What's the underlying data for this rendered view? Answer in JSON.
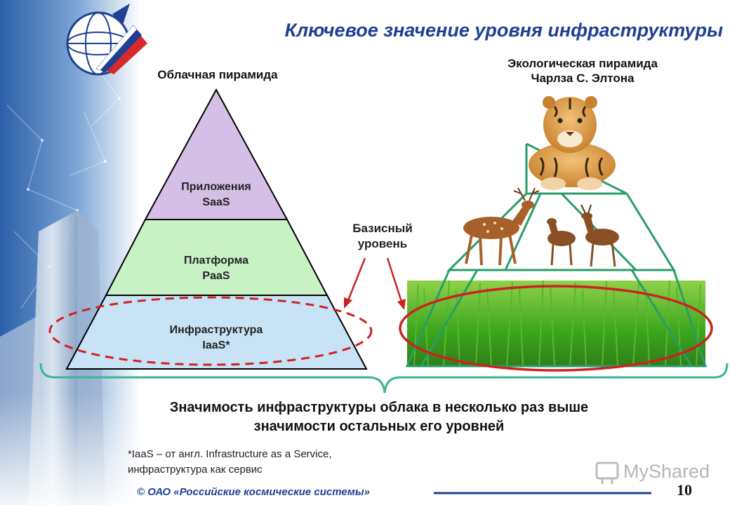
{
  "title": "Ключевое значение уровня инфраструктуры",
  "cloud_pyramid": {
    "title": "Облачная пирамида",
    "levels": [
      {
        "name": "Приложения",
        "code": "SaaS",
        "color": "#d6bfe6"
      },
      {
        "name": "Платформа",
        "code": "PaaS",
        "color": "#c9f2c4"
      },
      {
        "name": "Инфраструктура",
        "code": "IaaS*",
        "color": "#c7e3f5"
      }
    ]
  },
  "eco_pyramid": {
    "title_line1": "Экологическая пирамида",
    "title_line2": "Чарлза С. Элтона",
    "icons": [
      "tiger-icon",
      "deer-icon",
      "grass-icon"
    ]
  },
  "base_label": {
    "line1": "Базисный",
    "line2": "уровень"
  },
  "conclusion": {
    "line1": "Значимость инфраструктуры облака в несколько раз выше",
    "line2": "значимости остальных его уровней"
  },
  "footnote": {
    "line1": "*IaaS – от англ. Infrastructure as a Service,",
    "line2": "инфраструктура как сервис"
  },
  "footer": {
    "copyright": "© ОАО «Российские космические системы»",
    "page_number": "10"
  },
  "watermark": "MyShared",
  "colors": {
    "title_blue": "#1f3f93",
    "highlight_red": "#cc2222",
    "eco_green": "#2a9d6a",
    "brace_teal": "#3cb39a",
    "grass_green": "#3aa61c"
  }
}
